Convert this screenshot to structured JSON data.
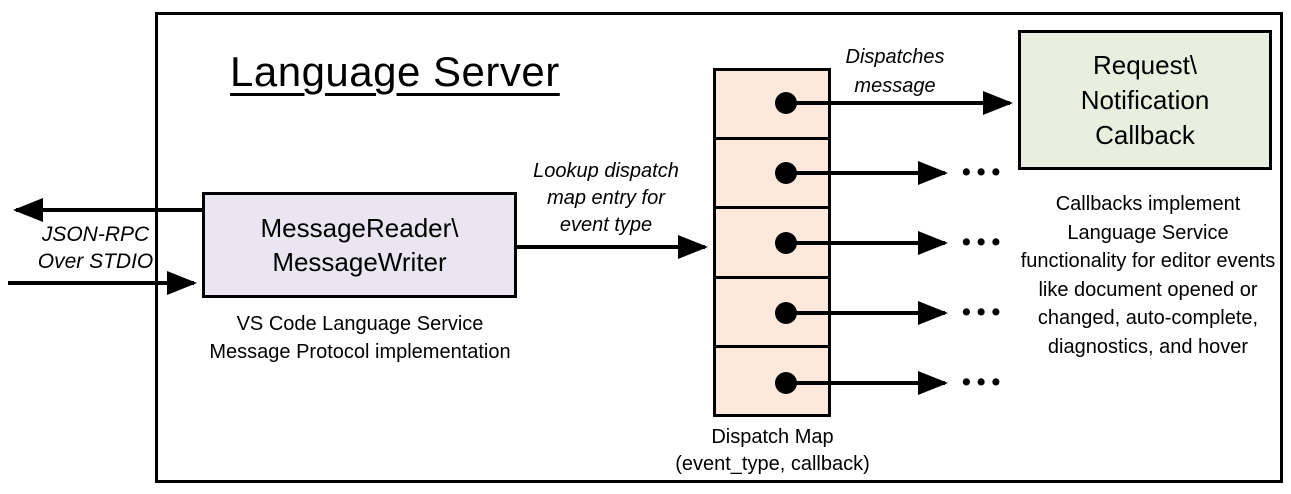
{
  "title": "Language Server",
  "io": {
    "label_line1": "JSON-RPC",
    "label_line2": "Over STDIO"
  },
  "message_handler": {
    "line1": "MessageReader\\",
    "line2": "MessageWriter",
    "caption_line1": "VS Code Language Service",
    "caption_line2": "Message Protocol implementation"
  },
  "lookup_arrow": {
    "label_line1": "Lookup dispatch",
    "label_line2": "map entry for",
    "label_line3": "event type"
  },
  "dispatch_arrow": {
    "label_line1": "Dispatches",
    "label_line2": "message"
  },
  "dispatch_map": {
    "caption_line1": "Dispatch Map",
    "caption_line2": "(event_type, callback)",
    "rows": 5,
    "ellipsis": "•••"
  },
  "callback": {
    "line1": "Request\\",
    "line2": "Notification",
    "line3": "Callback",
    "caption": "Callbacks implement Language Service functionality for editor events like document opened or changed, auto-complete, diagnostics, and hover"
  },
  "colors": {
    "handler_fill": "#e9e6f1",
    "map_fill": "#fce9dc",
    "callback_fill": "#e8efdf",
    "stroke": "#000000",
    "background": "#ffffff"
  }
}
